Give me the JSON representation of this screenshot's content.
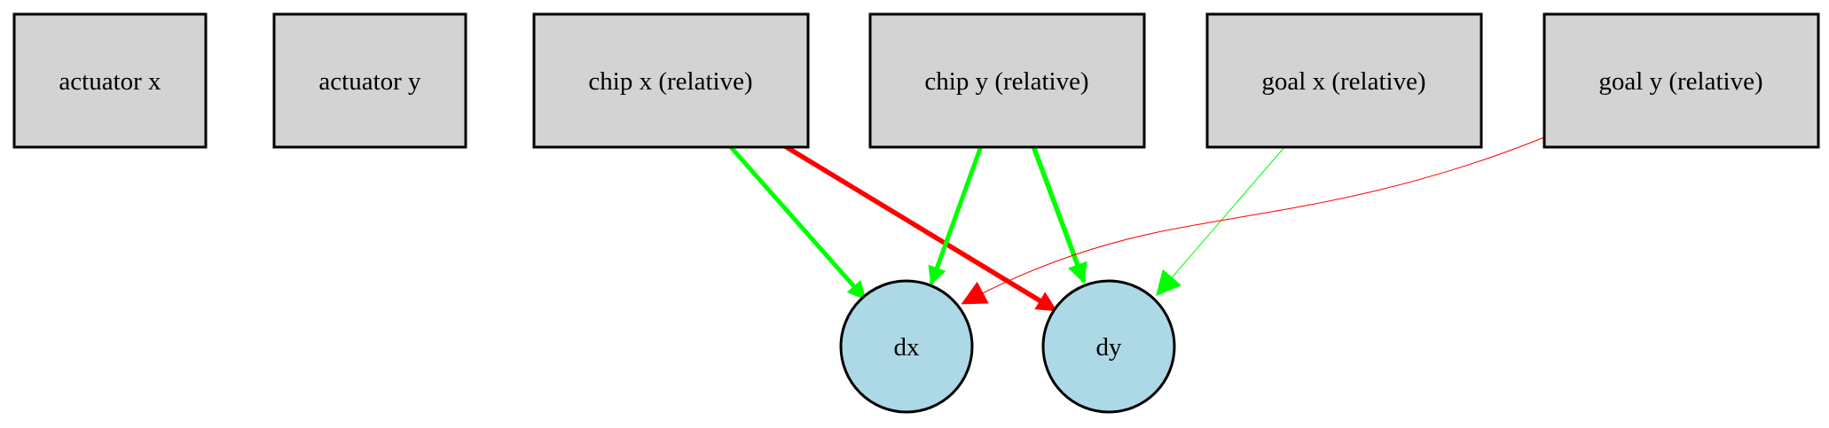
{
  "graph": {
    "input_nodes": [
      {
        "id": "actuator-x",
        "label": "actuator x"
      },
      {
        "id": "actuator-y",
        "label": "actuator y"
      },
      {
        "id": "chip-x",
        "label": "chip x (relative)"
      },
      {
        "id": "chip-y",
        "label": "chip y (relative)"
      },
      {
        "id": "goal-x",
        "label": "goal x (relative)"
      },
      {
        "id": "goal-y",
        "label": "goal y (relative)"
      }
    ],
    "output_nodes": [
      {
        "id": "dx",
        "label": "dx"
      },
      {
        "id": "dy",
        "label": "dy"
      }
    ],
    "edges": [
      {
        "from": "chip-x",
        "to": "dx",
        "color": "#00ff00"
      },
      {
        "from": "chip-x",
        "to": "dy",
        "color": "#ff0000"
      },
      {
        "from": "chip-y",
        "to": "dx",
        "color": "#00ff00"
      },
      {
        "from": "chip-y",
        "to": "dy",
        "color": "#00ff00"
      },
      {
        "from": "goal-x",
        "to": "dy",
        "color": "#00ff00"
      },
      {
        "from": "goal-y",
        "to": "dx",
        "color": "#ff0000"
      }
    ],
    "colors": {
      "input_fill": "#d3d3d3",
      "output_fill": "#add8e6",
      "stroke": "#000000",
      "positive": "#00ff00",
      "negative": "#ff0000"
    }
  }
}
